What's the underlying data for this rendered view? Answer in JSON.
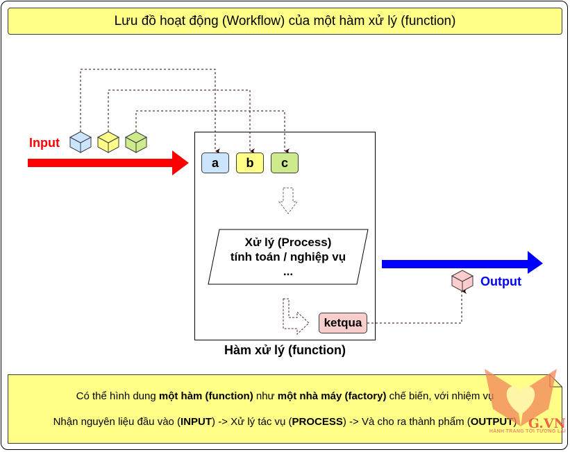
{
  "title": "Lưu đồ hoạt động (Workflow) của một hàm xử lý (function)",
  "input_label": "Input",
  "output_label": "Output",
  "colors": {
    "title_bg": "#ffff88",
    "input_arrow": "#ff0000",
    "output_arrow": "#0000ff",
    "var_a": "#cce5ff",
    "var_b": "#ffff88",
    "var_c": "#cdeb8b",
    "ketqua": "#f8cecc",
    "connector": "#330000"
  },
  "variables": [
    {
      "name": "a"
    },
    {
      "name": "b"
    },
    {
      "name": "c"
    }
  ],
  "process": {
    "line1": "Xử lý (Process)",
    "line2": "tính toán / nghiệp vụ",
    "line3": "..."
  },
  "result": "ketqua",
  "function_label": "Hàm xử lý (function)",
  "note": {
    "line1": [
      {
        "text": "Có thể hình dung ",
        "bold": false
      },
      {
        "text": "một hàm (function)",
        "bold": true
      },
      {
        "text": " như ",
        "bold": false
      },
      {
        "text": "một nhà máy (factory)",
        "bold": true
      },
      {
        "text": " chế biến, với nhiệm vụ",
        "bold": false
      }
    ],
    "line2": [
      {
        "text": "Nhận nguyên liệu đầu vào (",
        "bold": false
      },
      {
        "text": "INPUT",
        "bold": true
      },
      {
        "text": ") -> Xử lý tác vụ (",
        "bold": false
      },
      {
        "text": "PROCESS",
        "bold": true
      },
      {
        "text": ") -> Và cho ra thành phẩm (",
        "bold": false
      },
      {
        "text": "OUTPUT",
        "bold": true
      },
      {
        "text": ")",
        "bold": false
      }
    ]
  },
  "watermark": {
    "text": "G.VN",
    "tagline": "HÀNH TRANG TỚI TƯƠNG LAI"
  }
}
